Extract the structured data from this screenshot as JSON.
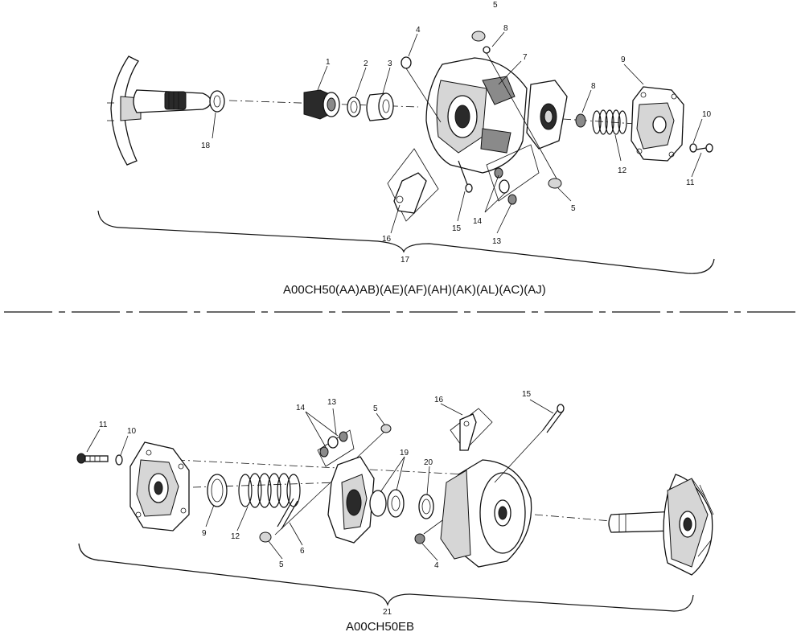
{
  "upper_assembly": {
    "model_label": "A00CH50(AA)AB)(AE)(AF)(AH)(AK)(AL)(AC)(AJ)",
    "callouts": {
      "c1": "1",
      "c2": "2",
      "c3": "3",
      "c4": "4",
      "c5a": "5",
      "c5b": "5",
      "c7": "7",
      "c8a": "8",
      "c8b": "8",
      "c9": "9",
      "c10": "10",
      "c11": "11",
      "c12": "12",
      "c13": "13",
      "c14": "14",
      "c15": "15",
      "c16": "16",
      "c17": "17",
      "c18": "18"
    }
  },
  "lower_assembly": {
    "model_label": "A00CH50EB",
    "callouts": {
      "c4": "4",
      "c5a": "5",
      "c5b": "5",
      "c6": "6",
      "c9": "9",
      "c10": "10",
      "c11": "11",
      "c12": "12",
      "c13": "13",
      "c14": "14",
      "c15": "15",
      "c16": "16",
      "c19": "19",
      "c20": "20",
      "c21": "21"
    }
  }
}
